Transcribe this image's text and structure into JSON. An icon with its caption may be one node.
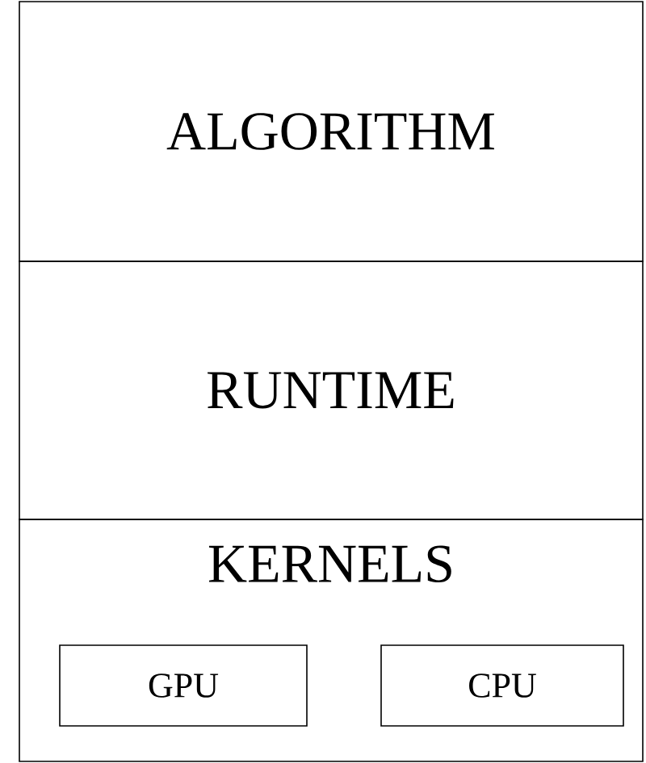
{
  "diagram": {
    "nodes": [
      {
        "text": [
          "ALGORITHM"
        ]
      },
      {
        "text": [
          "RUNTIME"
        ]
      },
      {
        "text": [
          "KERNELS"
        ]
      },
      {
        "text": [
          "GPU"
        ],
        "in": 2
      },
      {
        "text": [
          "CPU"
        ],
        "in": 2
      }
    ]
  }
}
